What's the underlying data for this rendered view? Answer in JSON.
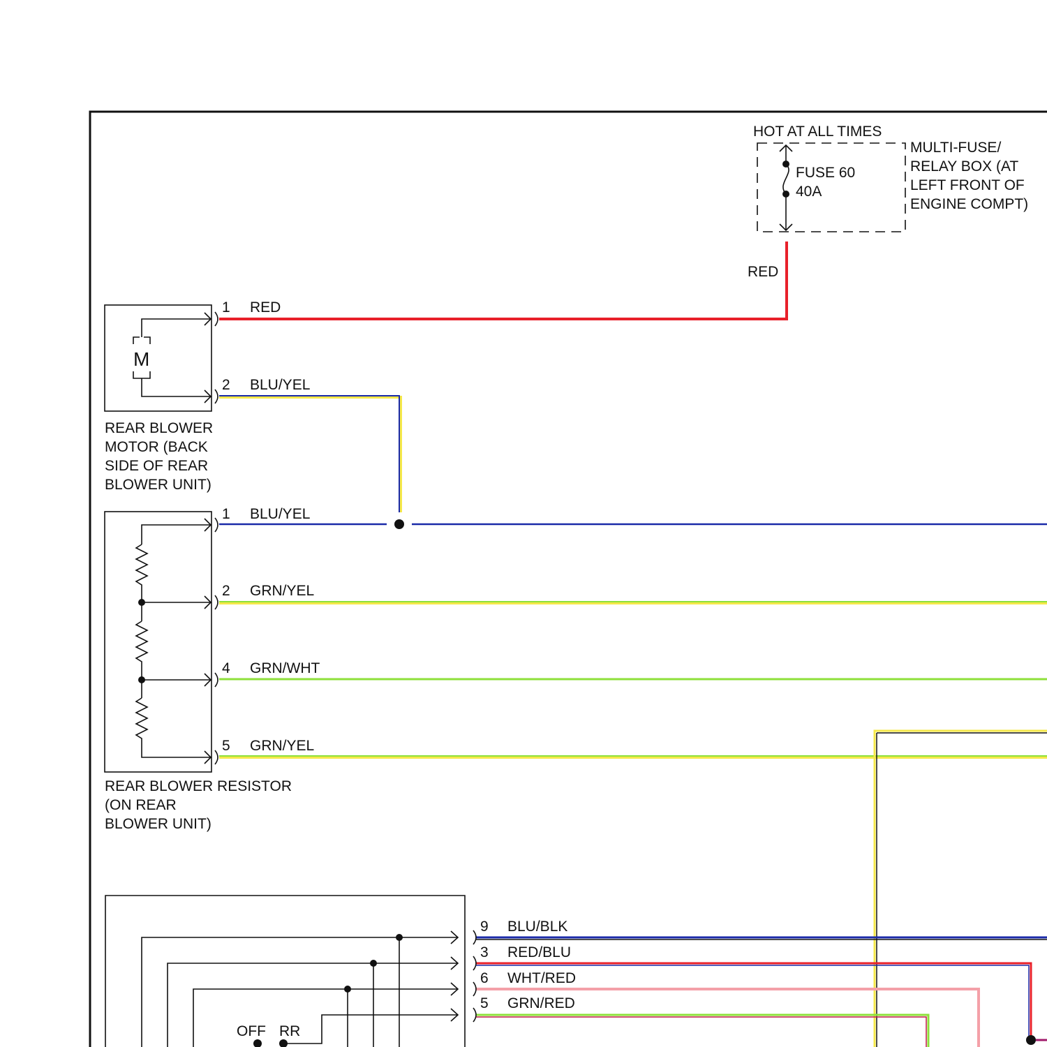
{
  "colors": {
    "red": "#e8202a",
    "blue": "#1a2aa8",
    "yellow": "#f5e84a",
    "green": "#8ee03a",
    "white_red": "#f4a0a8",
    "dark_red": "#c01848",
    "purple": "#a0186a"
  },
  "fuse_box": {
    "hot_label": "HOT AT ALL TIMES",
    "fuse_name": "FUSE 60",
    "fuse_rating": "40A",
    "box_label": [
      "MULTI-FUSE/",
      "RELAY BOX (AT",
      "LEFT FRONT OF",
      "ENGINE COMPT)"
    ]
  },
  "feed_wire": {
    "color_code": "RED"
  },
  "motor": {
    "symbol": "M",
    "label": [
      "REAR BLOWER",
      "MOTOR (BACK",
      "SIDE OF REAR",
      "BLOWER UNIT)"
    ],
    "pins": [
      {
        "pin": "1",
        "wire": "RED"
      },
      {
        "pin": "2",
        "wire": "BLU/YEL"
      }
    ]
  },
  "resistor": {
    "label": [
      "REAR BLOWER RESISTOR",
      "(ON REAR",
      "BLOWER UNIT)"
    ],
    "pins": [
      {
        "pin": "1",
        "wire": "BLU/YEL"
      },
      {
        "pin": "2",
        "wire": "GRN/YEL"
      },
      {
        "pin": "4",
        "wire": "GRN/WHT"
      },
      {
        "pin": "5",
        "wire": "GRN/YEL"
      }
    ]
  },
  "switch": {
    "pins": [
      {
        "pin": "9",
        "wire": "BLU/BLK"
      },
      {
        "pin": "3",
        "wire": "RED/BLU"
      },
      {
        "pin": "6",
        "wire": "WHT/RED"
      },
      {
        "pin": "5",
        "wire": "GRN/RED"
      }
    ],
    "positions": [
      "OFF",
      "RR"
    ]
  }
}
